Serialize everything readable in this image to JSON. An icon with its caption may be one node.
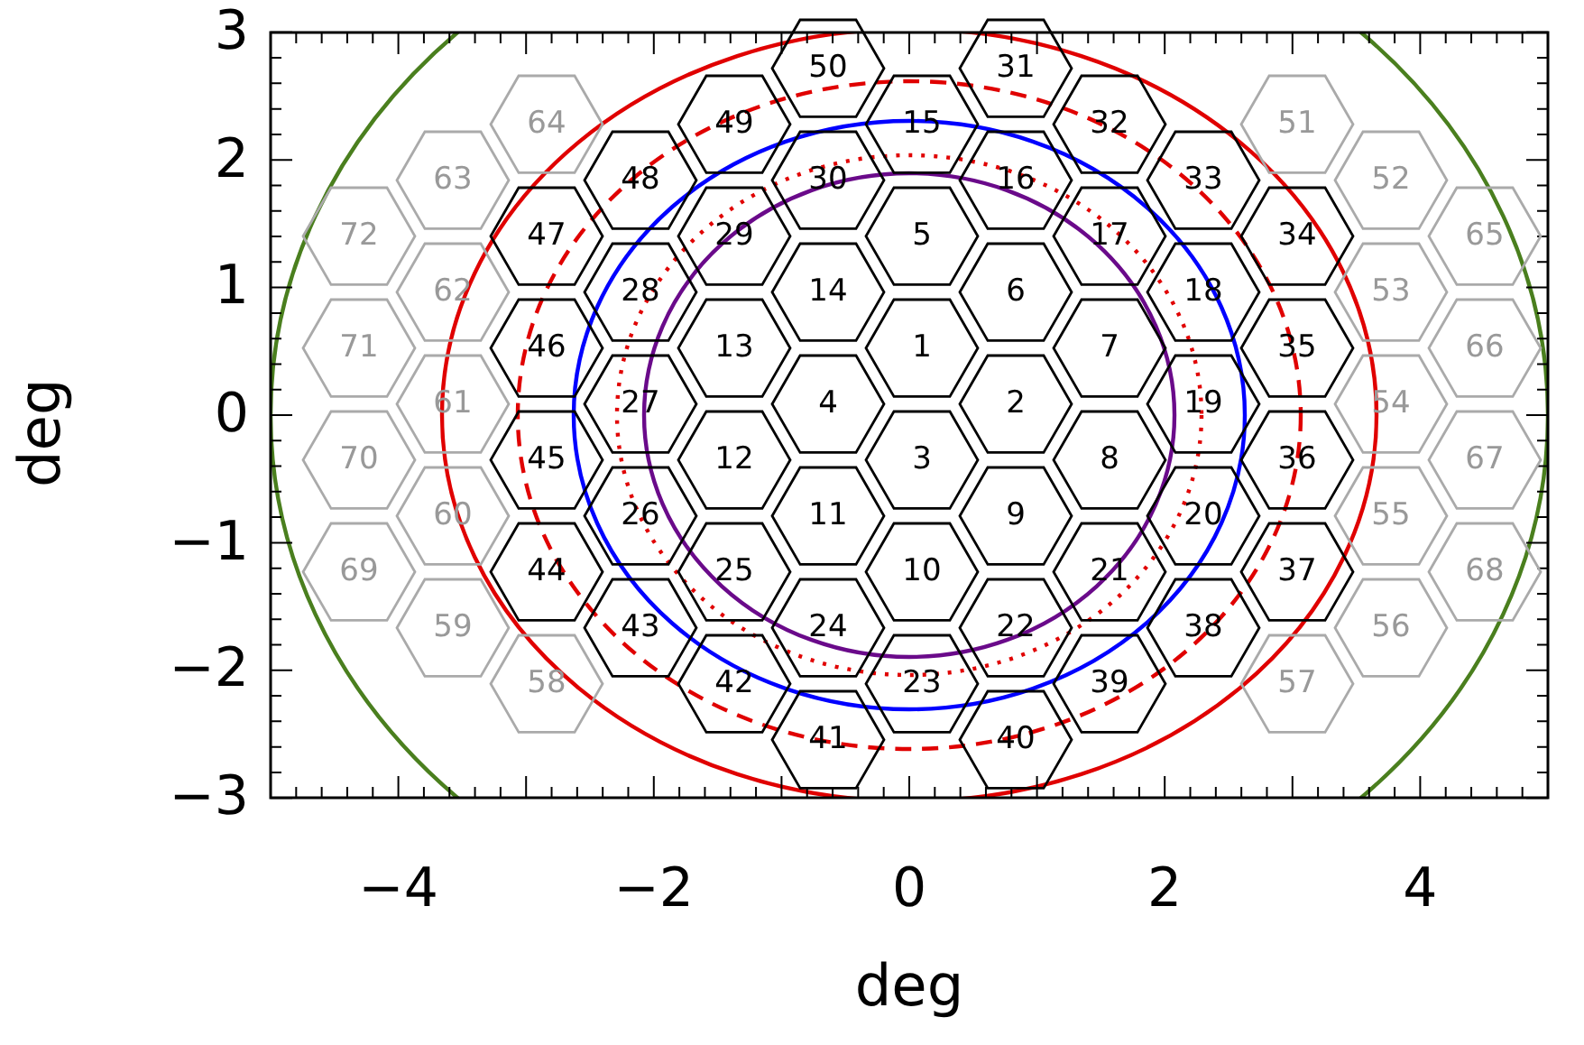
{
  "diagram": {
    "nodes": [
      {
        "text": [
          "1"
        ]
      },
      {
        "text": [
          "2"
        ]
      },
      {
        "text": [
          "3"
        ]
      },
      {
        "text": [
          "4"
        ]
      },
      {
        "text": [
          "5"
        ]
      },
      {
        "text": [
          "6"
        ]
      },
      {
        "text": [
          "7"
        ]
      },
      {
        "text": [
          "8"
        ]
      },
      {
        "text": [
          "9"
        ]
      },
      {
        "text": [
          "10"
        ]
      },
      {
        "text": [
          "11"
        ]
      },
      {
        "text": [
          "12"
        ]
      },
      {
        "text": [
          "13"
        ]
      },
      {
        "text": [
          "14"
        ]
      },
      {
        "text": [
          "15"
        ]
      },
      {
        "text": [
          "16"
        ]
      },
      {
        "text": [
          "17"
        ]
      },
      {
        "text": [
          "18"
        ]
      },
      {
        "text": [
          "19"
        ]
      },
      {
        "text": [
          "20"
        ]
      },
      {
        "text": [
          "21"
        ]
      },
      {
        "text": [
          "22"
        ]
      },
      {
        "text": [
          "23"
        ]
      },
      {
        "text": [
          "24"
        ]
      },
      {
        "text": [
          "25"
        ]
      },
      {
        "text": [
          "26"
        ]
      },
      {
        "text": [
          "27"
        ]
      },
      {
        "text": [
          "28"
        ]
      },
      {
        "text": [
          "29"
        ]
      },
      {
        "text": [
          "30"
        ]
      },
      {
        "text": [
          "31"
        ]
      },
      {
        "text": [
          "32"
        ]
      },
      {
        "text": [
          "33"
        ]
      },
      {
        "text": [
          "34"
        ]
      },
      {
        "text": [
          "35"
        ]
      },
      {
        "text": [
          "36"
        ]
      },
      {
        "text": [
          "37"
        ]
      },
      {
        "text": [
          "38"
        ]
      },
      {
        "text": [
          "39"
        ]
      },
      {
        "text": [
          "40"
        ]
      },
      {
        "text": [
          "41"
        ]
      },
      {
        "text": [
          "42"
        ]
      },
      {
        "text": [
          "43"
        ]
      },
      {
        "text": [
          "44"
        ]
      },
      {
        "text": [
          "45"
        ]
      },
      {
        "text": [
          "46"
        ]
      },
      {
        "text": [
          "47"
        ]
      },
      {
        "text": [
          "48"
        ]
      },
      {
        "text": [
          "49"
        ]
      },
      {
        "text": [
          "50"
        ]
      },
      {
        "text": [
          "51"
        ]
      },
      {
        "text": [
          "52"
        ]
      },
      {
        "text": [
          "53"
        ]
      },
      {
        "text": [
          "54"
        ]
      },
      {
        "text": [
          "55"
        ]
      },
      {
        "text": [
          "56"
        ]
      },
      {
        "text": [
          "57"
        ]
      },
      {
        "text": [
          "58"
        ]
      },
      {
        "text": [
          "59"
        ]
      },
      {
        "text": [
          "60"
        ]
      },
      {
        "text": [
          "61"
        ]
      },
      {
        "text": [
          "62"
        ]
      },
      {
        "text": [
          "63"
        ]
      },
      {
        "text": [
          "64"
        ]
      },
      {
        "text": [
          "65"
        ]
      },
      {
        "text": [
          "66"
        ]
      },
      {
        "text": [
          "67"
        ]
      },
      {
        "text": [
          "68"
        ]
      },
      {
        "text": [
          "69"
        ]
      },
      {
        "text": [
          "70"
        ]
      },
      {
        "text": [
          "71"
        ]
      },
      {
        "text": [
          "72"
        ]
      }
    ],
    "labels": [
      "3",
      "2",
      "1",
      "0",
      "−1",
      "−2",
      "−3",
      "deg",
      "−4",
      "−2",
      "0",
      "2",
      "4",
      "deg"
    ]
  }
}
